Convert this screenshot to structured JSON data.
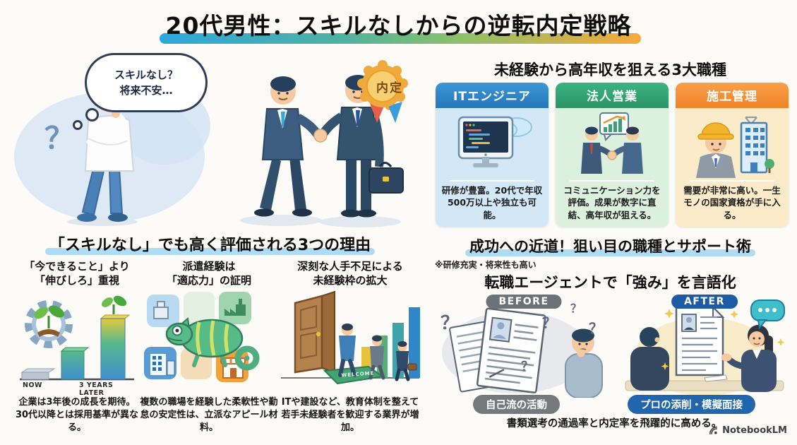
{
  "page": {
    "title": "20代男性：スキルなしからの逆転内定戦略"
  },
  "hero": {
    "thought_bubble": "スキルなし？\n将来不安…",
    "question_mark": "？",
    "badge_label": "内定"
  },
  "jobs": {
    "heading": "未経験から高年収を狙える3大職種",
    "cards": [
      {
        "title": "ITエンジニア",
        "icon": "monitor-code-icon",
        "description": "研修が豊富。20代で年収500万以上や独立も可能。"
      },
      {
        "title": "法人営業",
        "icon": "handshake-chart-icon",
        "description": "コミュニケーション力を評価。成果が数字に直結、高年収が狙える。"
      },
      {
        "title": "施工管理",
        "icon": "construction-worker-icon",
        "description": "需要が非常に高い。一生モノの国家資格が手に入る。"
      }
    ]
  },
  "reasons": {
    "heading": "「スキルなし」でも高く評価される3つの理由",
    "items": [
      {
        "title": "「今できること」より\n「伸びしろ」重視",
        "icon": "gear-sprout-growth-icon",
        "caption": "企業は3年後の成長を期待。30代以降とは採用基準が異なる。"
      },
      {
        "title": "派遣経験は\n「適応力」の証明",
        "icon": "chameleon-workplaces-icon",
        "caption": "複数の職場を経験した柔軟性や勤怠の安定性は、立派なアピール材料。"
      },
      {
        "title": "深刻な人手不足による\n未経験枠の拡大",
        "icon": "open-door-growth-icon",
        "caption": "ITや建設など、教育体制を整えて若手未経験者を歓迎する業界が増加。"
      }
    ],
    "chart_labels": {
      "now": "NOW",
      "later": "3 YEARS LATER"
    },
    "mat_label": "WELCOME"
  },
  "support": {
    "heading": "成功への近道！狙い目の職種とサポート術",
    "note": "※研修充実・将来性も高い",
    "subheading": "転職エージェントで「強み」を言語化",
    "before": {
      "tag": "BEFORE",
      "caption": "自己流の活動"
    },
    "after": {
      "tag": "AFTER",
      "caption": "プロの添削・模擬面接"
    },
    "question_mark": "？",
    "footer_caption": "書類選考の通過率と内定率を飛躍的に高める。"
  },
  "footer": {
    "brand": "NotebookLM"
  },
  "colors": {
    "title_gradient": [
      "#2ea7dd",
      "#8cc169",
      "#f6a93b"
    ],
    "it_blue": "#2f87cb",
    "sales_green": "#35a878",
    "construction_orange": "#f5943c",
    "card_body_blue": "#d2e8f6",
    "card_body_green": "#dcf0de",
    "card_body_cream": "#fcebc9",
    "heading_highlight": "#aedcf4",
    "before_gray": "#6d7276",
    "after_blue": "#1d5ca5",
    "badge_gold": "#f0a93c"
  }
}
